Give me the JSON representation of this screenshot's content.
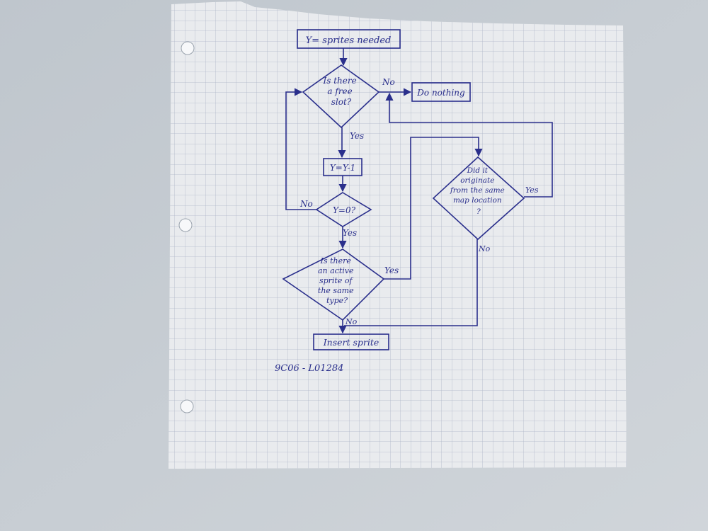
{
  "colors": {
    "background": "#c7cdd3",
    "paper": "#e9ebee",
    "grid": "#a7b0c4",
    "ink": "#2a2f8c"
  },
  "flowchart": {
    "start": "Y= sprites needed",
    "q_free_slot": [
      "Is there",
      "a free",
      "slot?"
    ],
    "do_nothing": "Do nothing",
    "decrement": "Y=Y-1",
    "q_y_zero": "Y=0?",
    "q_active_sprite": [
      "Is there",
      "an active",
      "sprite of",
      "the same",
      "type?"
    ],
    "q_same_location": [
      "Did it",
      "originate",
      "from the same",
      "map location",
      "?"
    ],
    "insert_sprite": "Insert sprite",
    "labels": {
      "no_free_slot": "No",
      "yes_free_slot": "Yes",
      "no_y_zero": "No",
      "yes_y_zero": "Yes",
      "yes_active": "Yes",
      "no_active": "No",
      "yes_same_location": "Yes",
      "no_same_location": "No"
    }
  },
  "note": "9C06 - L01284"
}
